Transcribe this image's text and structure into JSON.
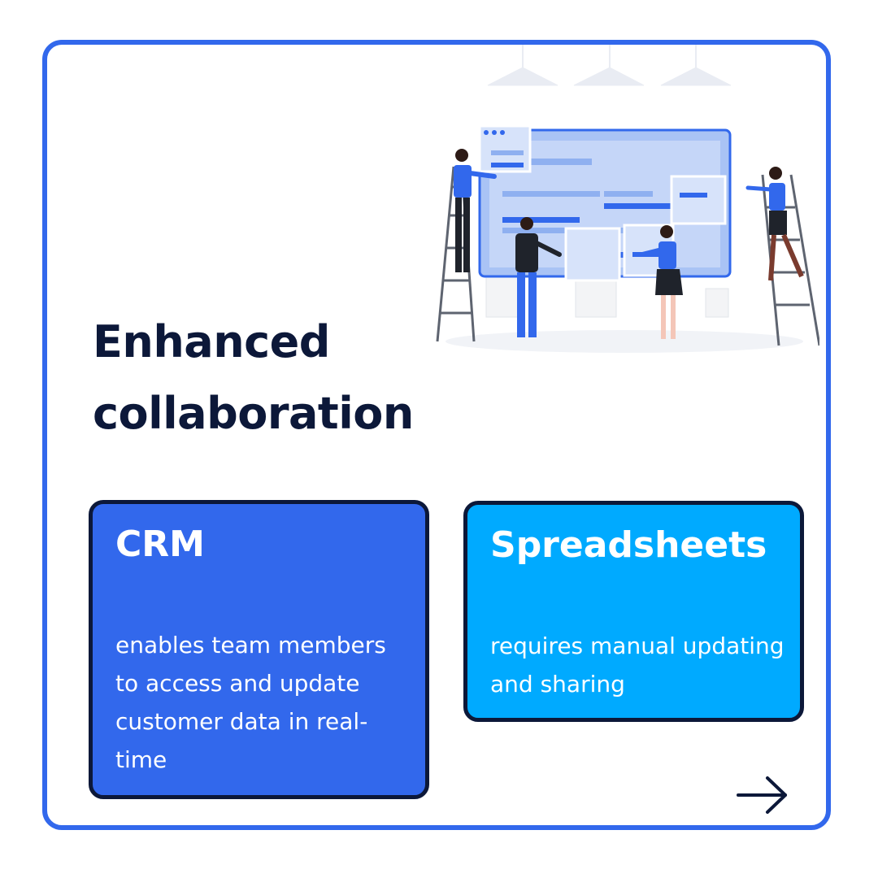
{
  "title": {
    "line1": "Enhanced",
    "line2": "collaboration"
  },
  "cards": [
    {
      "heading": "CRM",
      "body": "enables team members to access and update customer data in real-time"
    },
    {
      "heading": "Spreadsheets",
      "body": "requires manual updating and sharing"
    }
  ],
  "colors": {
    "frame": "#3268ec",
    "title_text": "#0c1839",
    "crm_card": "#3268ec",
    "spreadsheets_card": "#00aaff",
    "card_border": "#0c1839"
  },
  "icons": {
    "illustration": "team-collaborating-on-screen-illustration",
    "next": "arrow-right-icon"
  }
}
